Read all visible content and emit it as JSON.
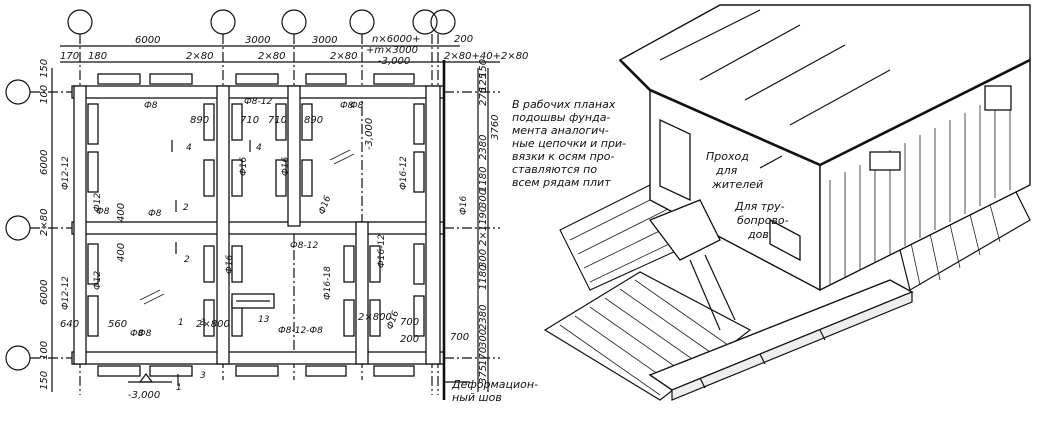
{
  "plan": {
    "top_dims": [
      "6000",
      "3000",
      "3000",
      "n×6000+",
      "+m×3000",
      "-3,000",
      "200"
    ],
    "top_small": [
      "170",
      "180",
      "2×80",
      "2×80",
      "2×80",
      "2×80+40+2×80"
    ],
    "right_dims": [
      "150",
      "125",
      "275",
      "2380",
      "3760",
      "1180",
      "300",
      "2×1190",
      "300",
      "1180",
      "2380",
      "300",
      "170",
      "375"
    ],
    "left_dims": [
      "150",
      "100",
      "6000",
      "2×80",
      "6000",
      "100",
      "150"
    ],
    "inner_dims": [
      "890",
      "710",
      "710",
      "890",
      "400",
      "400",
      "640",
      "560",
      "2×800",
      "2×800",
      "700",
      "700",
      "200"
    ],
    "labels": [
      "Ф8",
      "Ф8",
      "Ф8",
      "Ф8",
      "Ф8-12",
      "Ф16",
      "Ф16",
      "Ф12",
      "Ф12-12",
      "Ф12",
      "Ф8",
      "Ф16-12",
      "Ф16",
      "Ф16",
      "Ф8-12",
      "Ф16",
      "Ф16-18",
      "Ф16-12",
      "Ф8",
      "Ф8-12-Ф8",
      "Ф12-12",
      "Ф8",
      "Ф16"
    ],
    "section_marks": [
      "4",
      "4",
      "2",
      "2",
      "3",
      "3",
      "1",
      "1",
      "13"
    ],
    "level_marks": [
      "-3,000",
      "-3,000"
    ],
    "joint_label": [
      "Деформацион-",
      "ный шов"
    ]
  },
  "iso": {
    "note": [
      "В рабочих планах",
      "подошвы фунда-",
      "мента аналогич-",
      "ные цепочки и при-",
      "вязки к осям про-",
      "ставляются по",
      "всем рядам плит"
    ],
    "label_passage": [
      "Проход",
      "для",
      "жителей"
    ],
    "label_pipe": [
      "Для тру-",
      "бопрово-",
      "дов"
    ]
  }
}
